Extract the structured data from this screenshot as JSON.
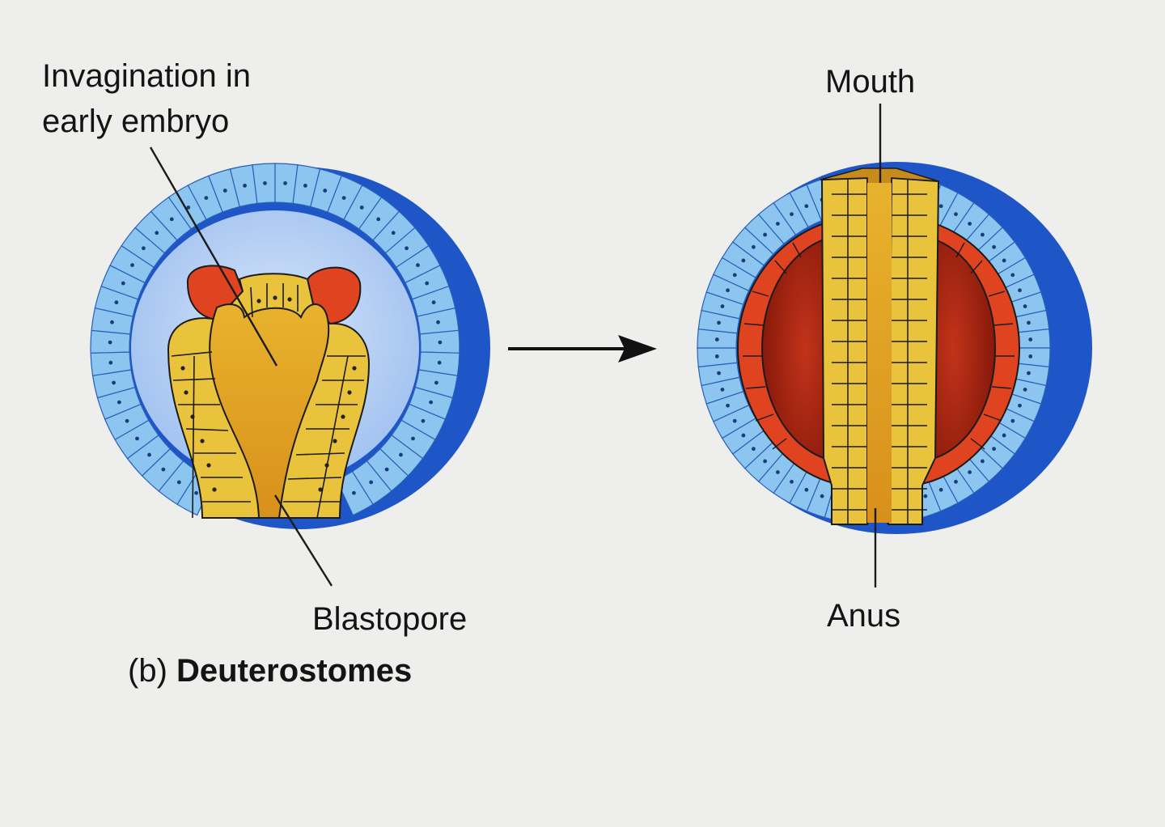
{
  "labels": {
    "invagination_line1": "Invagination in",
    "invagination_line2": "early embryo",
    "mouth": "Mouth",
    "anus": "Anus",
    "blastopore": "Blastopore"
  },
  "caption": {
    "prefix": "(b)",
    "title": "Deuterostomes"
  },
  "colors": {
    "ectoderm_dark": "#1f5fcf",
    "ectoderm_cell": "#8cc6f0",
    "blastocoel": "#a9c8f0",
    "endoderm_cell": "#eac33c",
    "archenteron": "#e0a020",
    "mesoderm": "#e0431f",
    "coelom": "#a8200e",
    "outline": "#1b1b1b"
  },
  "icons": [
    "arrow-right-icon"
  ]
}
